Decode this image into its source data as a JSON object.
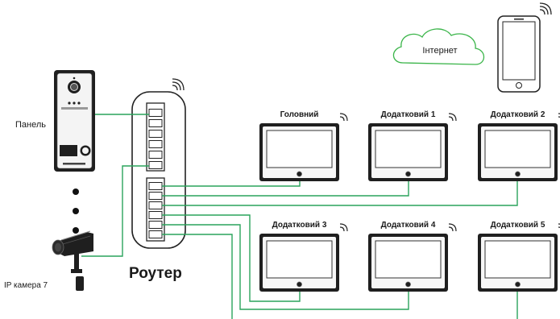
{
  "labels": {
    "panel": "Панель",
    "ip_camera": "IP камера 7",
    "router": "Роутер",
    "internet": "Інтернет"
  },
  "monitors": [
    {
      "label": "Головний"
    },
    {
      "label": "Додатковий 1"
    },
    {
      "label": "Додатковий 2"
    },
    {
      "label": "Додатковий 3"
    },
    {
      "label": "Додатковий 4"
    },
    {
      "label": "Додатковий 5"
    }
  ],
  "colors": {
    "wire": "#2aa45c",
    "cloud": "#3bb54a",
    "device_dark": "#1f1f1f",
    "screen": "#ffffff",
    "outline": "#222222"
  }
}
